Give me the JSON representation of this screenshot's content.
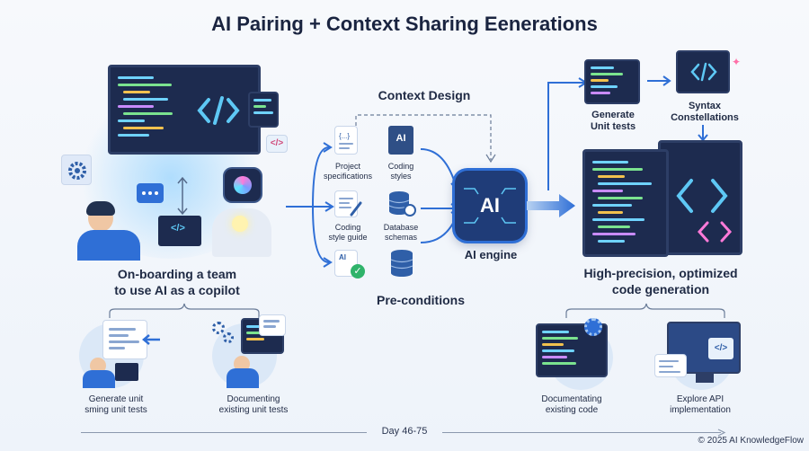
{
  "title": "AI Pairing + Context Sharing Eenerations",
  "left": {
    "main_caption_line1": "On-boarding a team",
    "main_caption_line2": "to use AI as a copilot",
    "sub1_line1": "Generate unit",
    "sub1_line2": "sming unit tests",
    "sub2_line1": "Documenting",
    "sub2_line2": "existing unit tests"
  },
  "middle": {
    "context_design": "Context Design",
    "preconditions": "Pre-conditions",
    "items": [
      {
        "line1": "Project",
        "line2": "specifications"
      },
      {
        "line1": "Coding",
        "line2": "styles"
      },
      {
        "line1": "Coding",
        "line2": "style guide"
      },
      {
        "line1": "Database",
        "line2": "schemas"
      }
    ],
    "doc_brace_text": "{...}",
    "ai_chip_text": "AI",
    "ai_badge_text": "AI",
    "ai_engine_label": "AI engine"
  },
  "right": {
    "gen_tests_line1": "Generate",
    "gen_tests_line2": "Unit tests",
    "syntax_line1": "Syntax",
    "syntax_line2": "Constellations",
    "main_caption_line1": "High-precision, optimized",
    "main_caption_line2": "code generation",
    "sub1_line1": "Documentating",
    "sub1_line2": "existing code",
    "sub2_line1": "Explore API",
    "sub2_line2": "implementation"
  },
  "footer": {
    "day_range": "Day 46-75",
    "copyright": "© 2025 AI KnowledgeFlow"
  },
  "colors": {
    "accent": "#2f6fd6",
    "dark_screen": "#1d2b4f",
    "cyan": "#5ec8f5"
  }
}
